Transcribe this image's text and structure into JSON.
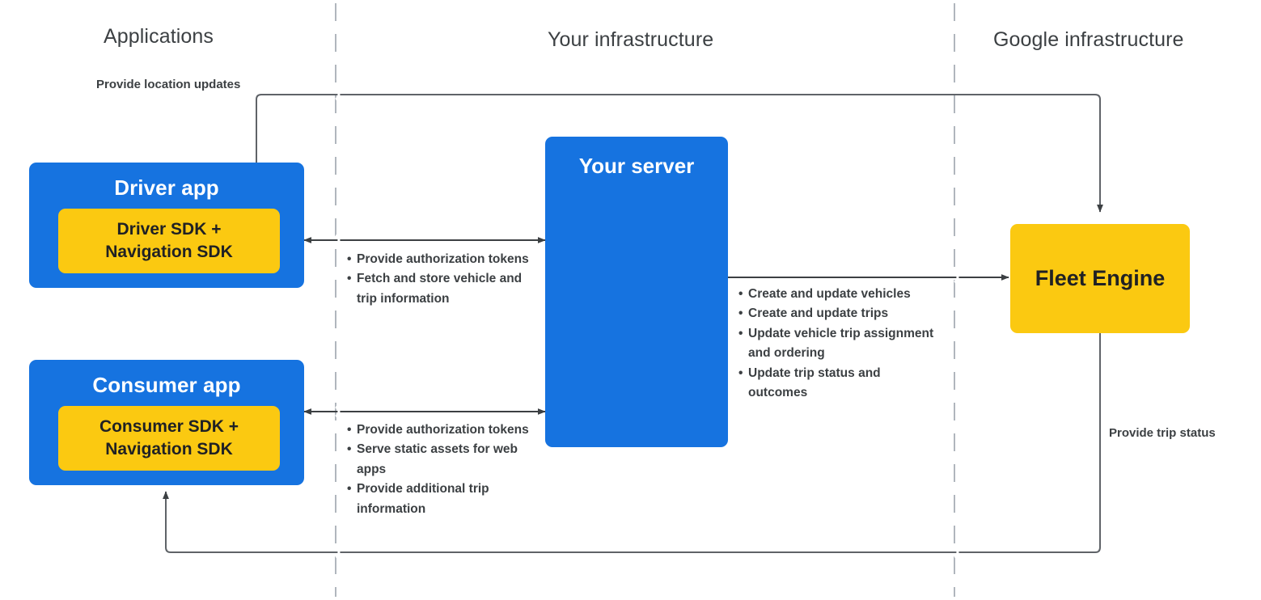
{
  "columns": [
    {
      "label": "Applications"
    },
    {
      "label": "Your infrastructure"
    },
    {
      "label": "Google infrastructure"
    }
  ],
  "colors": {
    "app_blue": "#1673e0",
    "sdk_yellow": "#FBC911",
    "engine_yellow": "#FBC911",
    "text_dark": "#3c4043",
    "line_gray": "#5f6368",
    "divider_gray": "#b0b6bd"
  },
  "boxes": {
    "driver_app": {
      "title": "Driver app",
      "sdk": "Driver SDK +\nNavigation SDK",
      "sdk_line1": "Driver SDK +",
      "sdk_line2": "Navigation SDK"
    },
    "consumer_app": {
      "title": "Consumer app",
      "sdk": "Consumer SDK +\nNavigation SDK",
      "sdk_line1": "Consumer SDK +",
      "sdk_line2": "Navigation SDK"
    },
    "your_server": {
      "title": "Your server"
    },
    "fleet_engine": {
      "title": "Fleet Engine"
    }
  },
  "labels": {
    "provide_location_updates": "Provide location updates",
    "provide_trip_status": "Provide trip status"
  },
  "bullet_groups": {
    "driver_to_server": [
      "Provide authorization tokens",
      "Fetch and store vehicle and trip information"
    ],
    "consumer_to_server": [
      "Provide authorization tokens",
      "Serve static assets for web apps",
      "Provide additional trip information"
    ],
    "server_to_engine": [
      "Create and update vehicles",
      "Create and update trips",
      "Update vehicle trip assignment and ordering",
      "Update trip status and outcomes"
    ]
  }
}
